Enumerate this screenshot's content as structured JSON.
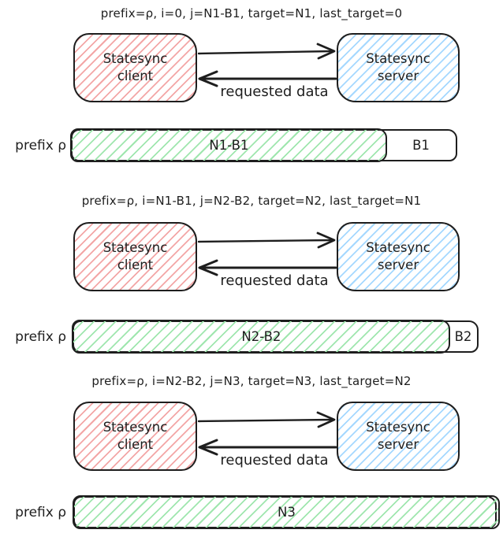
{
  "colors": {
    "ink": "#1e1e1e",
    "client_hatch": "#f3a6a6",
    "server_hatch": "#a5d8ff",
    "bar_hatch": "#9fe6ae",
    "background": "#ffffff"
  },
  "sections": [
    {
      "header": "prefix=ρ, i=0, j=N1-B1, target=N1, last_target=0",
      "client": "Statesync\nclient",
      "server": "Statesync\nserver",
      "response_label": "requested data",
      "bar": {
        "prefix_label": "prefix ρ",
        "filled_label": "N1-B1",
        "remainder_label": "B1",
        "filled_fraction": 0.82
      }
    },
    {
      "header": "prefix=ρ, i=N1-B1, j=N2-B2, target=N2, last_target=N1",
      "client": "Statesync\nclient",
      "server": "Statesync\nserver",
      "response_label": "requested data",
      "bar": {
        "prefix_label": "prefix ρ",
        "filled_label": "N2-B2",
        "remainder_label": "B2",
        "filled_fraction": 0.93
      }
    },
    {
      "header": "prefix=ρ, i=N2-B2, j=N3, target=N3, last_target=N2",
      "client": "Statesync\nclient",
      "server": "Statesync\nserver",
      "response_label": "requested data",
      "bar": {
        "prefix_label": "prefix ρ",
        "filled_label": "N3",
        "remainder_label": "",
        "filled_fraction": 1.0
      }
    }
  ]
}
